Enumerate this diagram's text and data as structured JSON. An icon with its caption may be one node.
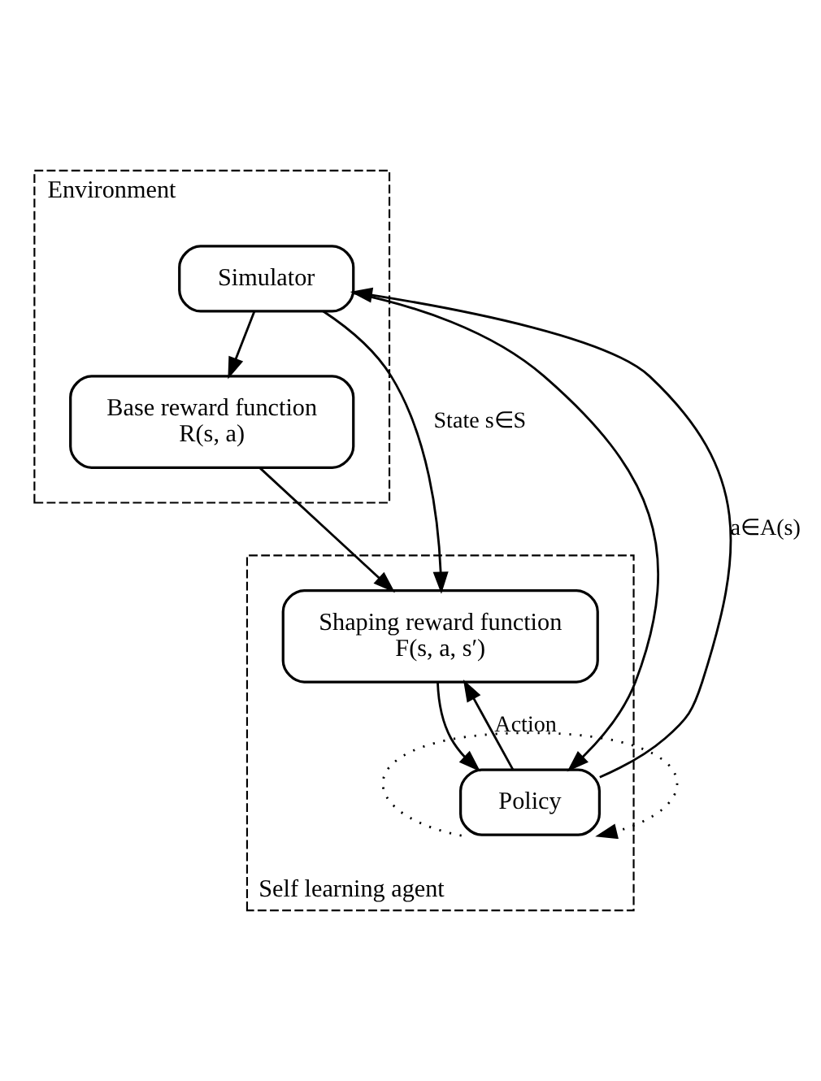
{
  "diagram": {
    "nodes": [
      {
        "text": [
          "Environment"
        ]
      },
      {
        "text": [
          "Simulator"
        ],
        "in": 0
      },
      {
        "text": [
          "Base reward function",
          "R(s, a)"
        ],
        "in": 0
      },
      {
        "text": [
          "Self learning agent"
        ]
      },
      {
        "text": [
          "Shaping reward function",
          "F(s, a, s′)"
        ],
        "in": 3
      },
      {
        "text": [
          "Policy"
        ],
        "in": 3
      }
    ],
    "edges": [
      {
        "from": 1,
        "to": 2,
        "arrow": "to"
      },
      {
        "from": 2,
        "to": 4,
        "arrow": "to"
      },
      {
        "from": 1,
        "to": 4,
        "arrow": "to",
        "label": "State s∈S"
      },
      {
        "from": 1,
        "to": 5,
        "arrow": "to"
      },
      {
        "from": 4,
        "to": 5,
        "arrow": "to"
      },
      {
        "from": 5,
        "to": 4,
        "arrow": "to",
        "label": "Action"
      },
      {
        "from": 5,
        "to": 1,
        "arrow": "to",
        "label": "a∈A(s)"
      },
      {
        "from": 5,
        "to": 5,
        "arrow": "to",
        "style": "dashed"
      }
    ]
  }
}
